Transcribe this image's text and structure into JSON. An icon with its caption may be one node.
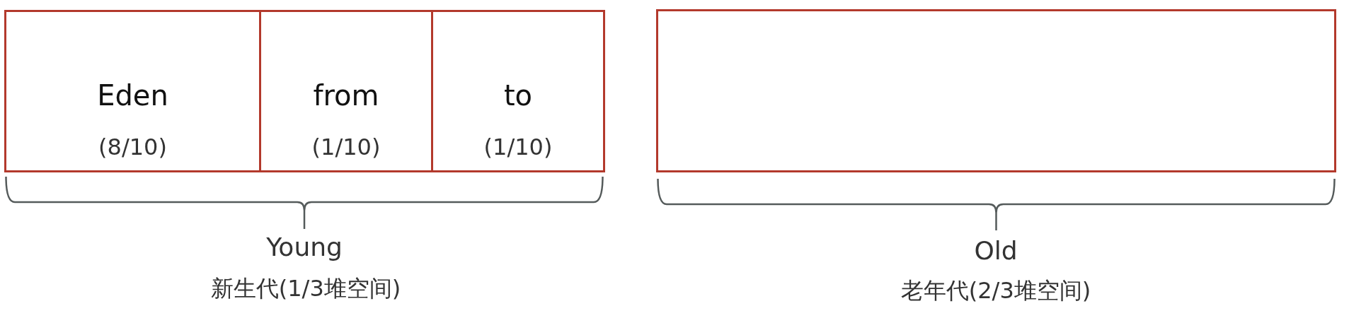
{
  "diagram": {
    "nodes": [
      {
        "text": [
          "Eden",
          "(8/10)"
        ]
      },
      {
        "text": [
          "from",
          "(1/10)"
        ]
      },
      {
        "text": [
          "to",
          "(1/10)"
        ]
      },
      {
        "text": [],
        "shape": "box"
      }
    ],
    "labels": [
      "Young",
      "新生代(1/3堆空间)",
      "Old",
      "老年代(2/3堆空间)"
    ]
  }
}
